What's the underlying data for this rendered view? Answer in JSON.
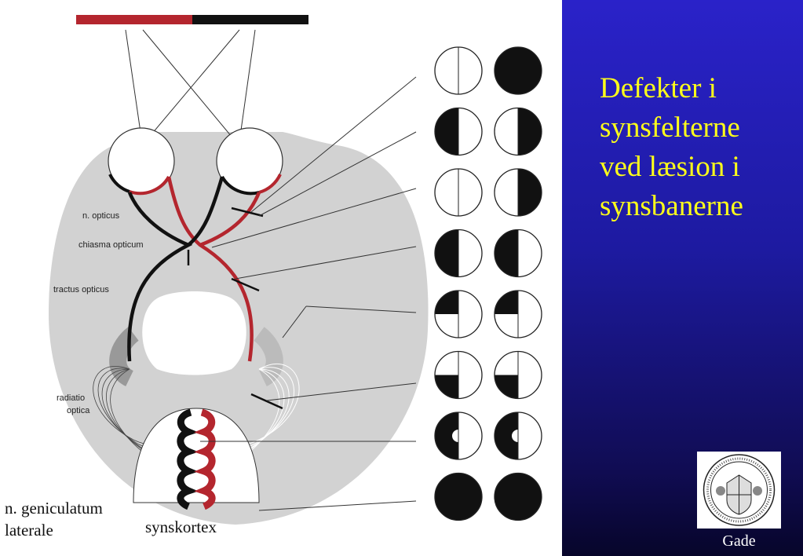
{
  "slide": {
    "title_lines": [
      "Defekter i",
      "synsfelterne",
      "ved læsion i",
      "synsbanerne"
    ],
    "author": "Gade"
  },
  "diagram": {
    "labels": {
      "n_opticus": "n. opticus",
      "chiasma": "chiasma opticum",
      "tractus": "tractus opticus",
      "radiatio_1": "radiatio",
      "radiatio_2": "optica",
      "geniculatum_1": "n. geniculatum",
      "geniculatum_2": "laterale",
      "synskortex": "synskortex"
    },
    "field_defects": [
      {
        "left": "normal",
        "right": "blind"
      },
      {
        "left": "temporal-half",
        "right": "temporal-half"
      },
      {
        "left": "normal",
        "right": "right-half"
      },
      {
        "left": "left-half",
        "right": "left-half"
      },
      {
        "left": "upper-left-quadrant",
        "right": "upper-left-quadrant"
      },
      {
        "left": "lower-left-quadrant",
        "right": "lower-left-quadrant"
      },
      {
        "left": "left-half-macular-sparing",
        "right": "left-half-macular-sparing"
      },
      {
        "left": "blind",
        "right": "blind"
      }
    ],
    "colors": {
      "red": "#b4262e",
      "black": "#111111",
      "brain": "#d2d2d2"
    }
  },
  "logo": {
    "name": "university-seal"
  }
}
